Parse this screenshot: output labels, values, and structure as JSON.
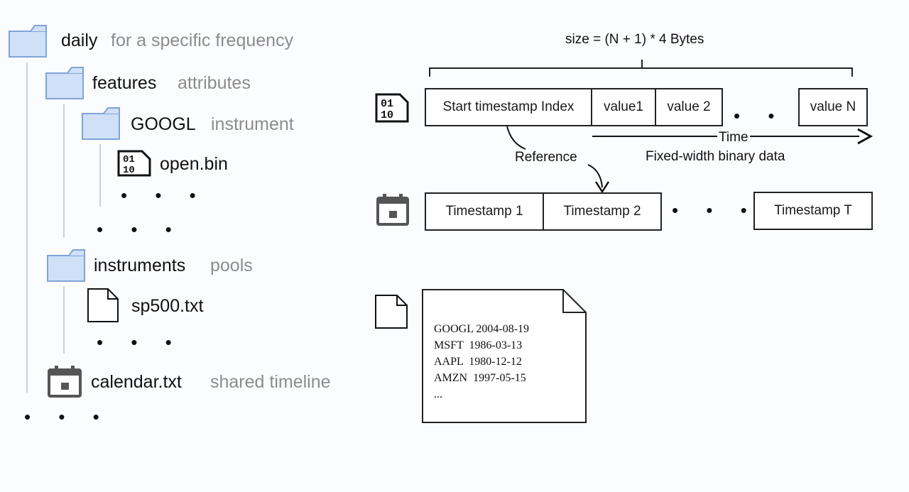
{
  "tree": {
    "daily": {
      "name": "daily",
      "desc": "for a specific frequency",
      "icon": "folder-icon"
    },
    "features": {
      "name": "features",
      "desc": "attributes",
      "icon": "folder-icon"
    },
    "googl": {
      "name": "GOOGL",
      "desc": "instrument",
      "icon": "folder-icon"
    },
    "open_bin": {
      "name": "open.bin",
      "icon": "binary-file-icon"
    },
    "instruments": {
      "name": "instruments",
      "desc": "pools",
      "icon": "folder-icon"
    },
    "sp500": {
      "name": "sp500.txt",
      "icon": "text-file-icon"
    },
    "calendar": {
      "name": "calendar.txt",
      "desc": "shared timeline",
      "icon": "calendar-icon"
    },
    "ellipsis": "• • •"
  },
  "binary": {
    "size_label": "size = (N + 1) * 4 Bytes",
    "cells": [
      "Start timestamp Index",
      "value1",
      "value 2",
      "value N"
    ],
    "ellipsis": "• • •",
    "time_label": "Time",
    "caption": "Fixed-width binary data",
    "reference_label": "Reference"
  },
  "calendar_row": {
    "cells": [
      "Timestamp 1",
      "Timestamp 2",
      "Timestamp T"
    ],
    "ellipsis": "• • •"
  },
  "instruments_doc": {
    "lines": [
      "GOOGL 2004-08-19",
      "MSFT  1986-03-13",
      "AAPL  1980-12-12",
      "AMZN  1997-05-15",
      "..."
    ]
  },
  "colors": {
    "folder_fill": "#cfe0f7",
    "folder_stroke": "#7fa4d6",
    "tree_line": "#cfcfcf",
    "desc_text": "#8c8c8c",
    "icon_dark": "#555555"
  }
}
